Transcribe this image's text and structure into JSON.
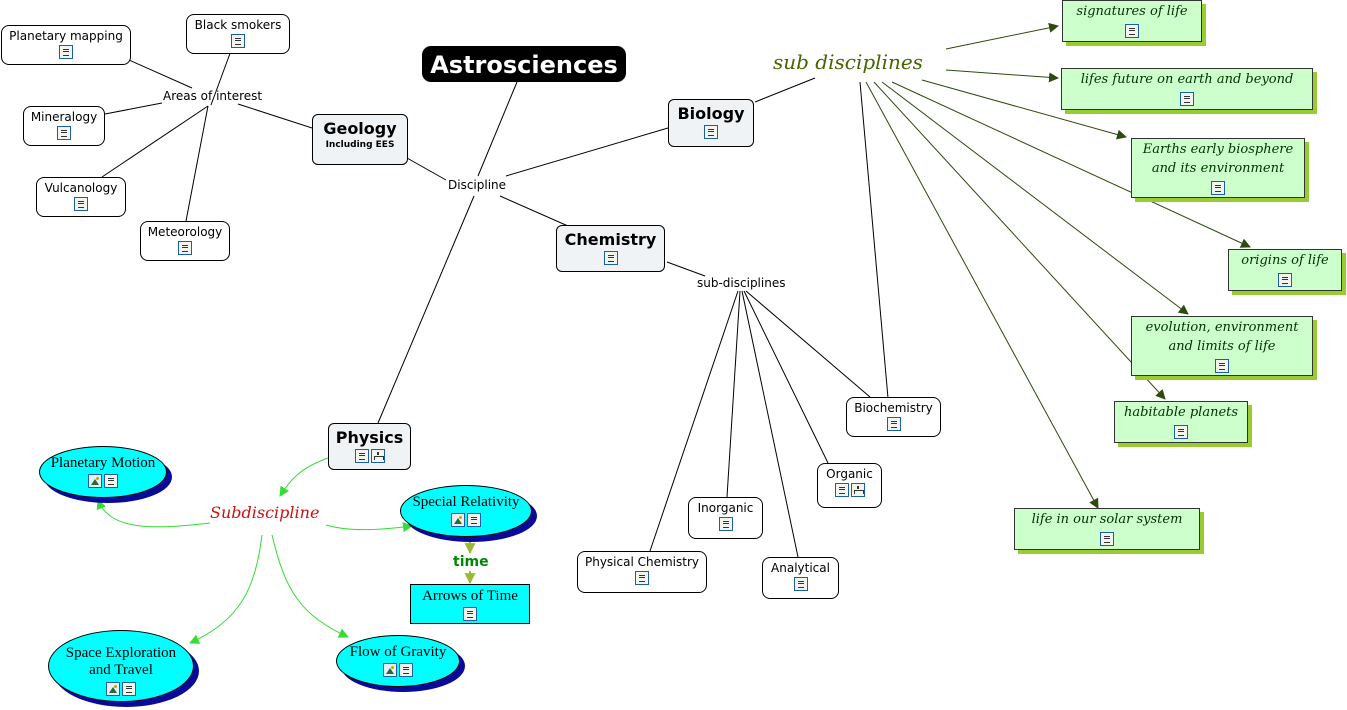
{
  "title": "Astrosciences",
  "labels": {
    "discipline": "Discipline",
    "areas": "Areas of interest",
    "sub_disciplines_chem": "sub-disciplines",
    "sub_disciplines_bio": "sub disciplines",
    "subdiscipline_phys": "Subdiscipline",
    "time": "time"
  },
  "main": {
    "geology": "Geology",
    "geology_sub": "Including EES",
    "biology": "Biology",
    "chemistry": "Chemistry",
    "physics": "Physics"
  },
  "geology_topics": [
    "Planetary mapping",
    "Black smokers",
    "Mineralogy",
    "Vulcanology",
    "Meteorology"
  ],
  "chemistry_topics": [
    "Biochemistry",
    "Organic",
    "Inorganic",
    "Physical Chemistry",
    "Analytical"
  ],
  "biology_topics": [
    "signatures of life",
    "lifes future on earth and beyond",
    "Earths early biosphere",
    "and its environment",
    "origins of life",
    "evolution, environment",
    "and limits of life",
    "habitable planets",
    "life in our solar system"
  ],
  "physics_topics": [
    "Planetary Motion",
    "Special Relativity",
    "Arrows of Time",
    "Space Exploration",
    "and Travel",
    "Flow of Gravity"
  ],
  "colors": {
    "bio_line": "#2d4a10",
    "phys_line": "#33dd33",
    "time_arrow": "#99bb33"
  },
  "icons": [
    "doc-icon",
    "tree-icon",
    "image-icon"
  ]
}
